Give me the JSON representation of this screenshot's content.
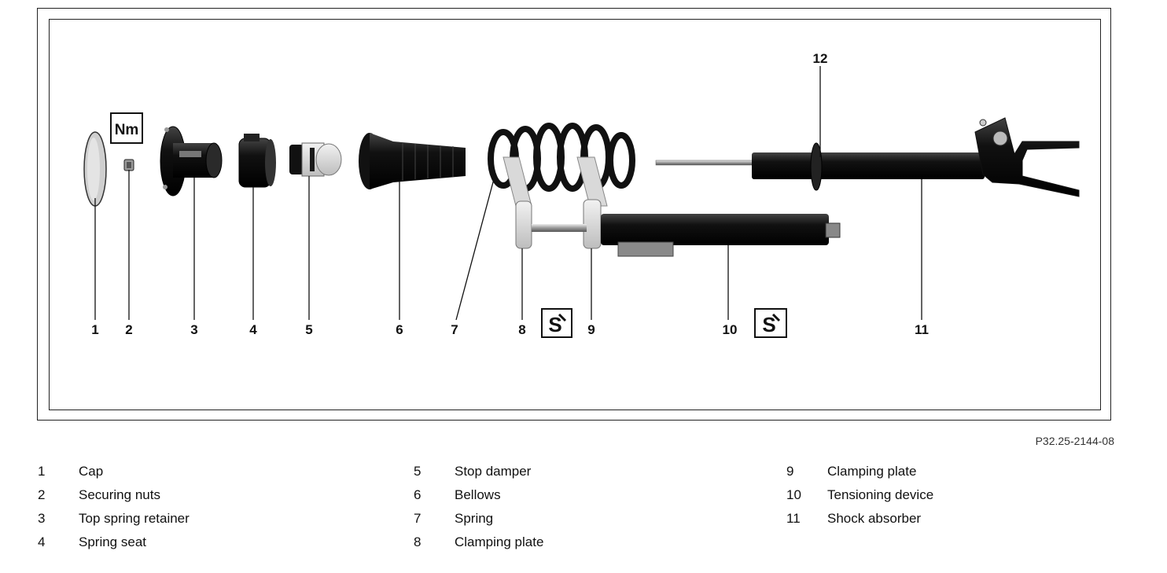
{
  "diagram": {
    "callouts": [
      {
        "id": "callout-1",
        "text": "1"
      },
      {
        "id": "callout-2",
        "text": "2"
      },
      {
        "id": "callout-3",
        "text": "3"
      },
      {
        "id": "callout-4",
        "text": "4"
      },
      {
        "id": "callout-5",
        "text": "5"
      },
      {
        "id": "callout-6",
        "text": "6"
      },
      {
        "id": "callout-7",
        "text": "7"
      },
      {
        "id": "callout-8",
        "text": "8"
      },
      {
        "id": "callout-9",
        "text": "9"
      },
      {
        "id": "callout-10",
        "text": "10"
      },
      {
        "id": "callout-11",
        "text": "11"
      },
      {
        "id": "callout-12",
        "text": "12"
      }
    ],
    "torque_symbol": "Nm",
    "special_tool_symbol": "S"
  },
  "reference_code": "P32.25-2144-08",
  "legend": [
    {
      "num": "1",
      "label": "Cap"
    },
    {
      "num": "2",
      "label": "Securing nuts"
    },
    {
      "num": "3",
      "label": "Top spring retainer"
    },
    {
      "num": "4",
      "label": "Spring seat"
    },
    {
      "num": "5",
      "label": "Stop damper"
    },
    {
      "num": "6",
      "label": "Bellows"
    },
    {
      "num": "7",
      "label": "Spring"
    },
    {
      "num": "8",
      "label": "Clamping plate"
    },
    {
      "num": "9",
      "label": "Clamping plate"
    },
    {
      "num": "10",
      "label": "Tensioning device"
    },
    {
      "num": "11",
      "label": "Shock absorber"
    }
  ]
}
